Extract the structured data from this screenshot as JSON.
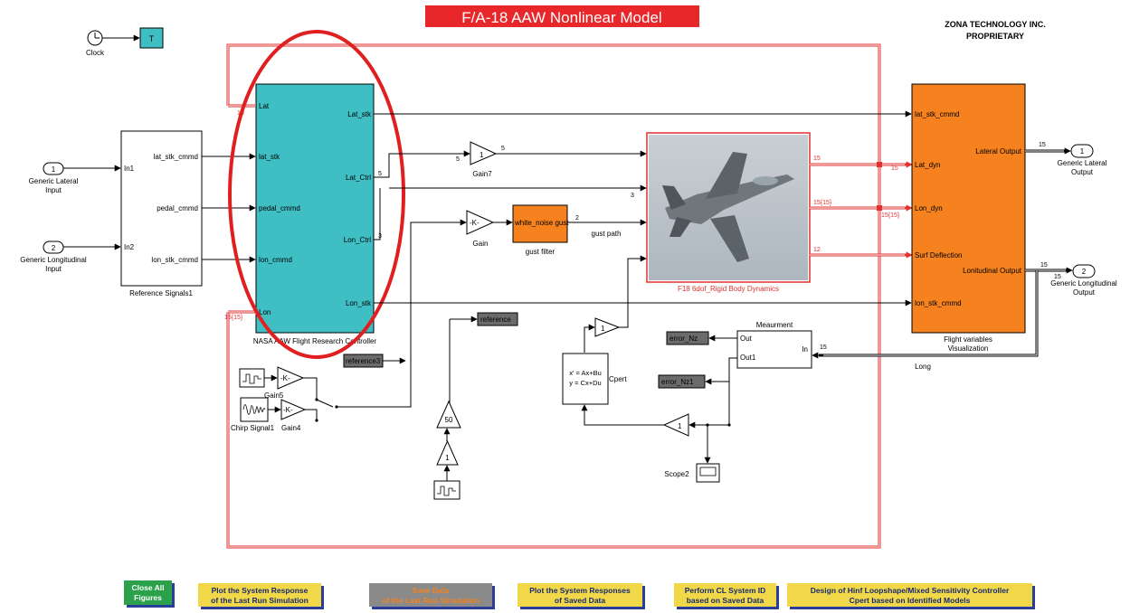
{
  "header": {
    "title": "F/A-18 AAW Nonlinear  Model",
    "company_line1": "ZONA TECHNOLOGY INC.",
    "company_line2": "PROPRIETARY"
  },
  "blocks": {
    "clock": "Clock",
    "clock_target": "T",
    "in1_num": "1",
    "in1_label1": "Generic Lateral",
    "in1_label2": "Input",
    "in2_num": "2",
    "in2_label1": "Generic Longitudinal",
    "in2_label2": "Input",
    "ref_signals": {
      "name": "Reference Signals1",
      "in1": "In1",
      "in2": "In2",
      "out1": "lat_stk_cmmd",
      "out2": "pedal_cmmd",
      "out3": "lon_stk_cmmd"
    },
    "controller": {
      "name": "NASA AAW Flight Research Controller",
      "in_lat": "Lat",
      "in_lat_stk": "lat_stk",
      "in_pedal": "pedal_cmmd",
      "in_lon_cmmd": "lon_cmmd",
      "in_lon": "Lon",
      "out_lat_stk": "Lat_stk",
      "out_lat_ctrl": "Lat_Ctrl",
      "out_lon_ctrl": "Lon_Ctrl",
      "out_lon_stk": "Lon_stk"
    },
    "gain7": {
      "value": "1",
      "name": "Gain7"
    },
    "gain": {
      "value": "-K-",
      "name": "Gain"
    },
    "gust_filter": {
      "port": "white_noise gust",
      "name": "gust filter"
    },
    "gust_path": "gust path",
    "dynamics": {
      "name": "F18 6dof_Rigid Body Dynamics"
    },
    "flight_vars": {
      "name1": "Flight variables",
      "name2": "Visualization",
      "in1": "lat_stk_cmmd",
      "in2": "Lat_dyn",
      "in3": "Lon_dyn",
      "in4": "Surf Deflection",
      "in5": "lon_stk_cmmd",
      "out1": "Lateral Output",
      "out2": "Lonitudinal Output"
    },
    "out1": {
      "num": "1",
      "label1": "Generic Lateral",
      "label2": "Output"
    },
    "out2": {
      "num": "2",
      "label1": "Generic Longitudinal",
      "label2": "Output"
    },
    "reference_goto": "reference",
    "reference3_from": "reference3",
    "gain5": {
      "value": "-K-",
      "name": "Gain5"
    },
    "gain4": {
      "value": "-K-",
      "name": "Gain4"
    },
    "chirp": "Chirp Signal1",
    "gain50": "50",
    "gain_one_a": "1",
    "gain_one_b": "1",
    "gain_one_c": "1",
    "cpert": {
      "eq1": "x' = Ax+Bu",
      "eq2": " y = Cx+Du",
      "name": "Cpert"
    },
    "meaurment": {
      "name": "Meaurment",
      "out": "Out",
      "out1": "Out1",
      "in": "In"
    },
    "error_nz": "error_Nz",
    "error_nz1": "error_Nz1",
    "scope2": "Scope2",
    "long_label": "Long"
  },
  "signal_labels": {
    "s15_lat": "15",
    "s5_a": "5",
    "s5_b": "5",
    "s5_c": "5",
    "s3_a": "3",
    "s3_b": "3",
    "s2": "2",
    "s15_dyn1": "15",
    "s15_dyn2": "15",
    "s15_15_a": "15{15}",
    "s15_15_b": "15{15}",
    "s12": "12",
    "s15_lon": "15{15}",
    "s15_out1": "15",
    "s15_out2": "15",
    "s15_out3": "15",
    "s15_meas": "15"
  },
  "buttons": [
    {
      "line1": "Close All",
      "line2": "Figures",
      "bg": "#2aa14a",
      "fg": "#ffffff"
    },
    {
      "line1": "Plot the System Response",
      "line2": "of the Last Run Simulation",
      "bg": "#f0d848",
      "fg": "#1a2a70"
    },
    {
      "line1": "Save Data",
      "line2": "of the Last Run Simulation",
      "bg": "#8a8a8a",
      "fg": "#f5821f"
    },
    {
      "line1": "Plot the System Responses",
      "line2": "of Saved Data",
      "bg": "#f0d848",
      "fg": "#1a2a70"
    },
    {
      "line1": "Perform CL System ID",
      "line2": "based on Saved Data",
      "bg": "#f0d848",
      "fg": "#1a2a70"
    },
    {
      "line1": "Design of Hinf Loopshape/Mixed Sensitivity  Controller",
      "line2": "Cpert based on Identified Models",
      "bg": "#f0d848",
      "fg": "#1a2a70"
    }
  ],
  "colors": {
    "title_bg": "#e8272a",
    "controller": "#3fbfc4",
    "orange_block": "#f5821f",
    "red_bus": "#e03030",
    "highlight_ellipse": "#e02020",
    "shadow_blue": "#2b3d9a",
    "dark_tag": "#6b6b6b"
  }
}
